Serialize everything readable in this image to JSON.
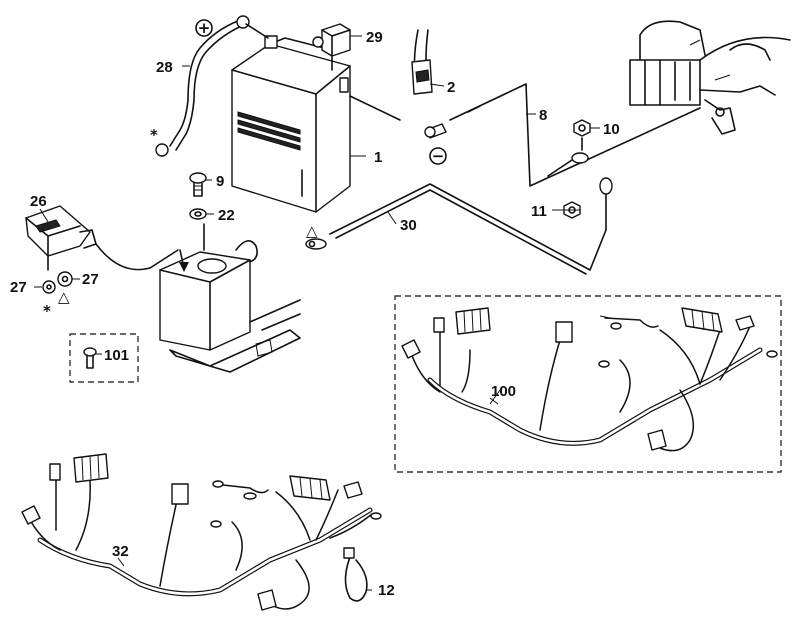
{
  "callouts": {
    "battery": "1",
    "strap": "2",
    "ground_cable": "8",
    "screw": "9",
    "nut_10": "10",
    "nut_11": "11",
    "cable_tie": "12",
    "washer": "22",
    "relay": "26",
    "grommet": "27",
    "positive_cable": "28",
    "terminal_cover": "29",
    "cable_30": "30",
    "main_harness": "32",
    "harness_kit": "100",
    "screw_kit": "101"
  },
  "symbols": {
    "plus": "+",
    "minus": "−",
    "asterisk": "*",
    "triangle": "△"
  }
}
